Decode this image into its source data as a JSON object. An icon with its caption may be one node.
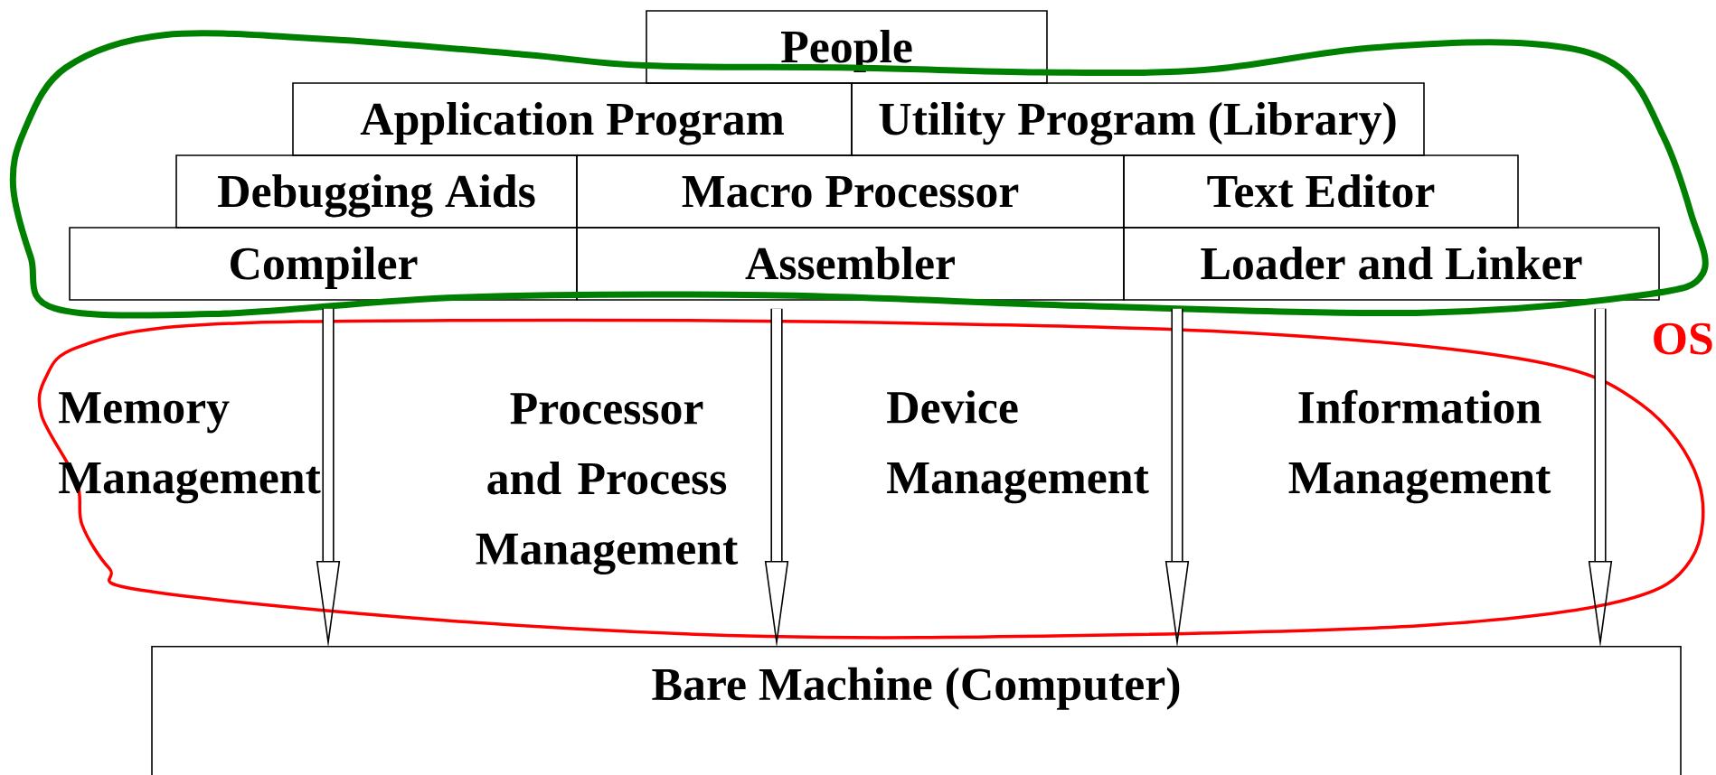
{
  "diagram": {
    "nodes": [
      {
        "text": [
          "People"
        ]
      },
      {
        "text": [
          "Application Program"
        ]
      },
      {
        "text": [
          "Utility Program (Library)"
        ]
      },
      {
        "text": [
          "Debugging Aids"
        ]
      },
      {
        "text": [
          "Macro Processor"
        ]
      },
      {
        "text": [
          "Text Editor"
        ]
      },
      {
        "text": [
          "Compiler"
        ]
      },
      {
        "text": [
          "Assembler"
        ]
      },
      {
        "text": [
          "Loader and Linker"
        ]
      },
      {
        "text": [
          "Bare Machine (Computer)"
        ]
      }
    ],
    "edges": [
      {
        "from": 6,
        "to": 9,
        "arrow": "to"
      },
      {
        "from": 7,
        "to": 9,
        "arrow": "to"
      },
      {
        "from": 8,
        "to": 9,
        "arrow": "to"
      },
      {
        "from": 8,
        "to": 9,
        "arrow": "to"
      }
    ],
    "labels": [
      "Memory Management",
      "Processor and Process Management",
      "Device Management",
      "Information Management",
      "OS"
    ]
  }
}
